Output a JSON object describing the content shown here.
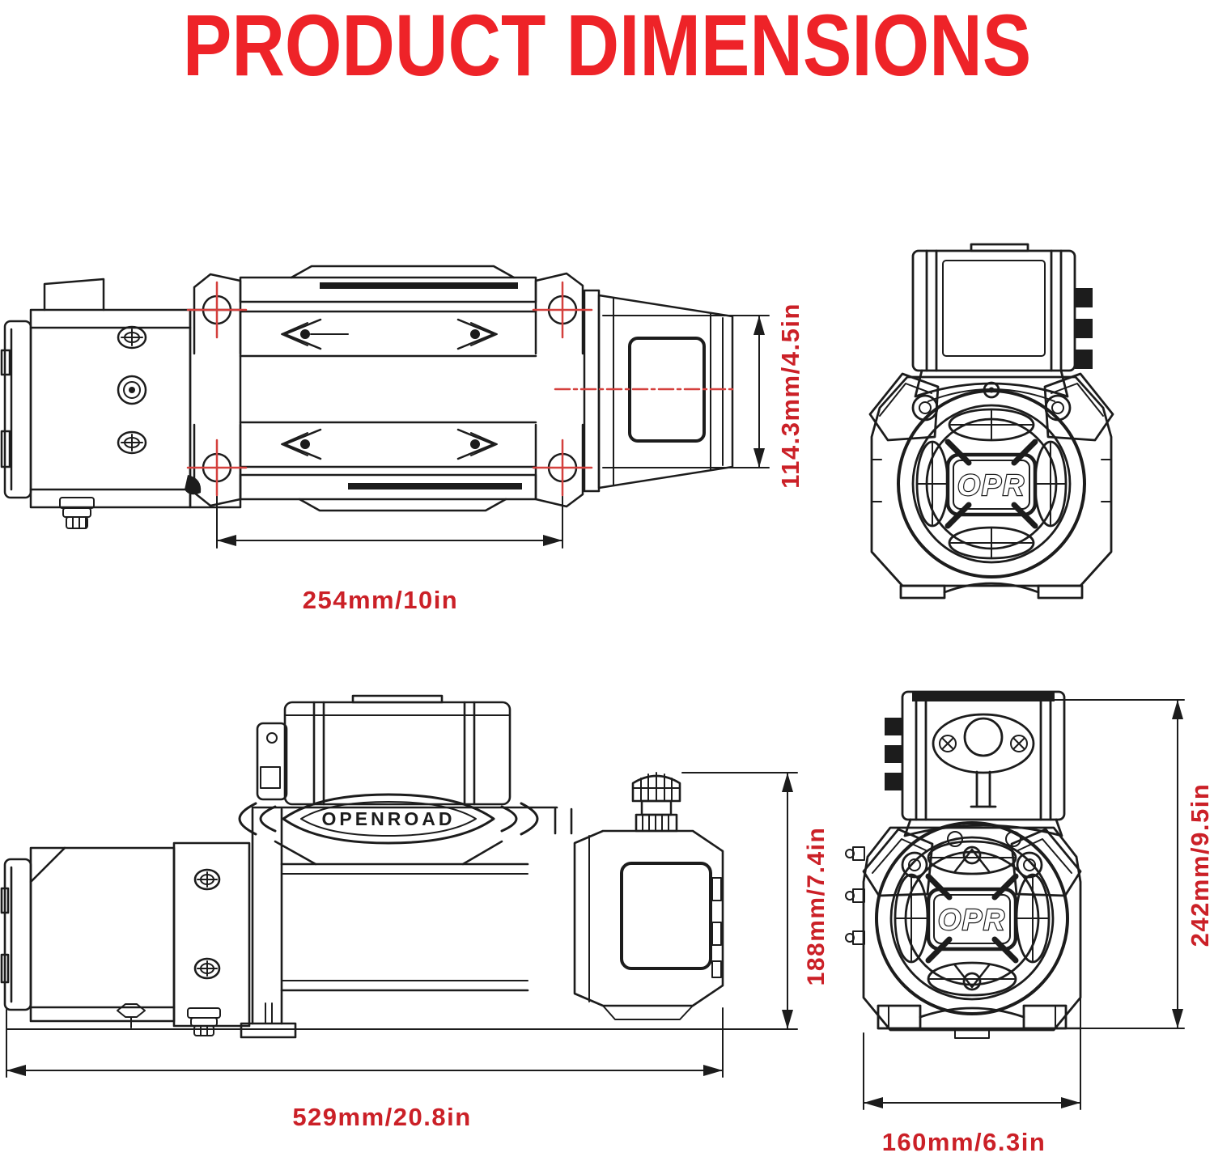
{
  "title": "PRODUCT DIMENSIONS",
  "brand": {
    "name_badge": "OPENROAD",
    "logo_badge": "OPR"
  },
  "views": {
    "top_view": {
      "width_label": "254mm/10in",
      "height_label": "114.3mm/4.5in"
    },
    "front_view": {
      "width_label": "529mm/20.8in",
      "height_label": "188mm/7.4in"
    },
    "side_view": {
      "width_label": "160mm/6.3in",
      "height_label": "242mm/9.5in"
    }
  },
  "colors": {
    "title_red": "#ee2328",
    "label_red": "#cb2027",
    "line_dark": "#1c1c1c",
    "marker_red": "#d4403d",
    "background": "#ffffff"
  }
}
